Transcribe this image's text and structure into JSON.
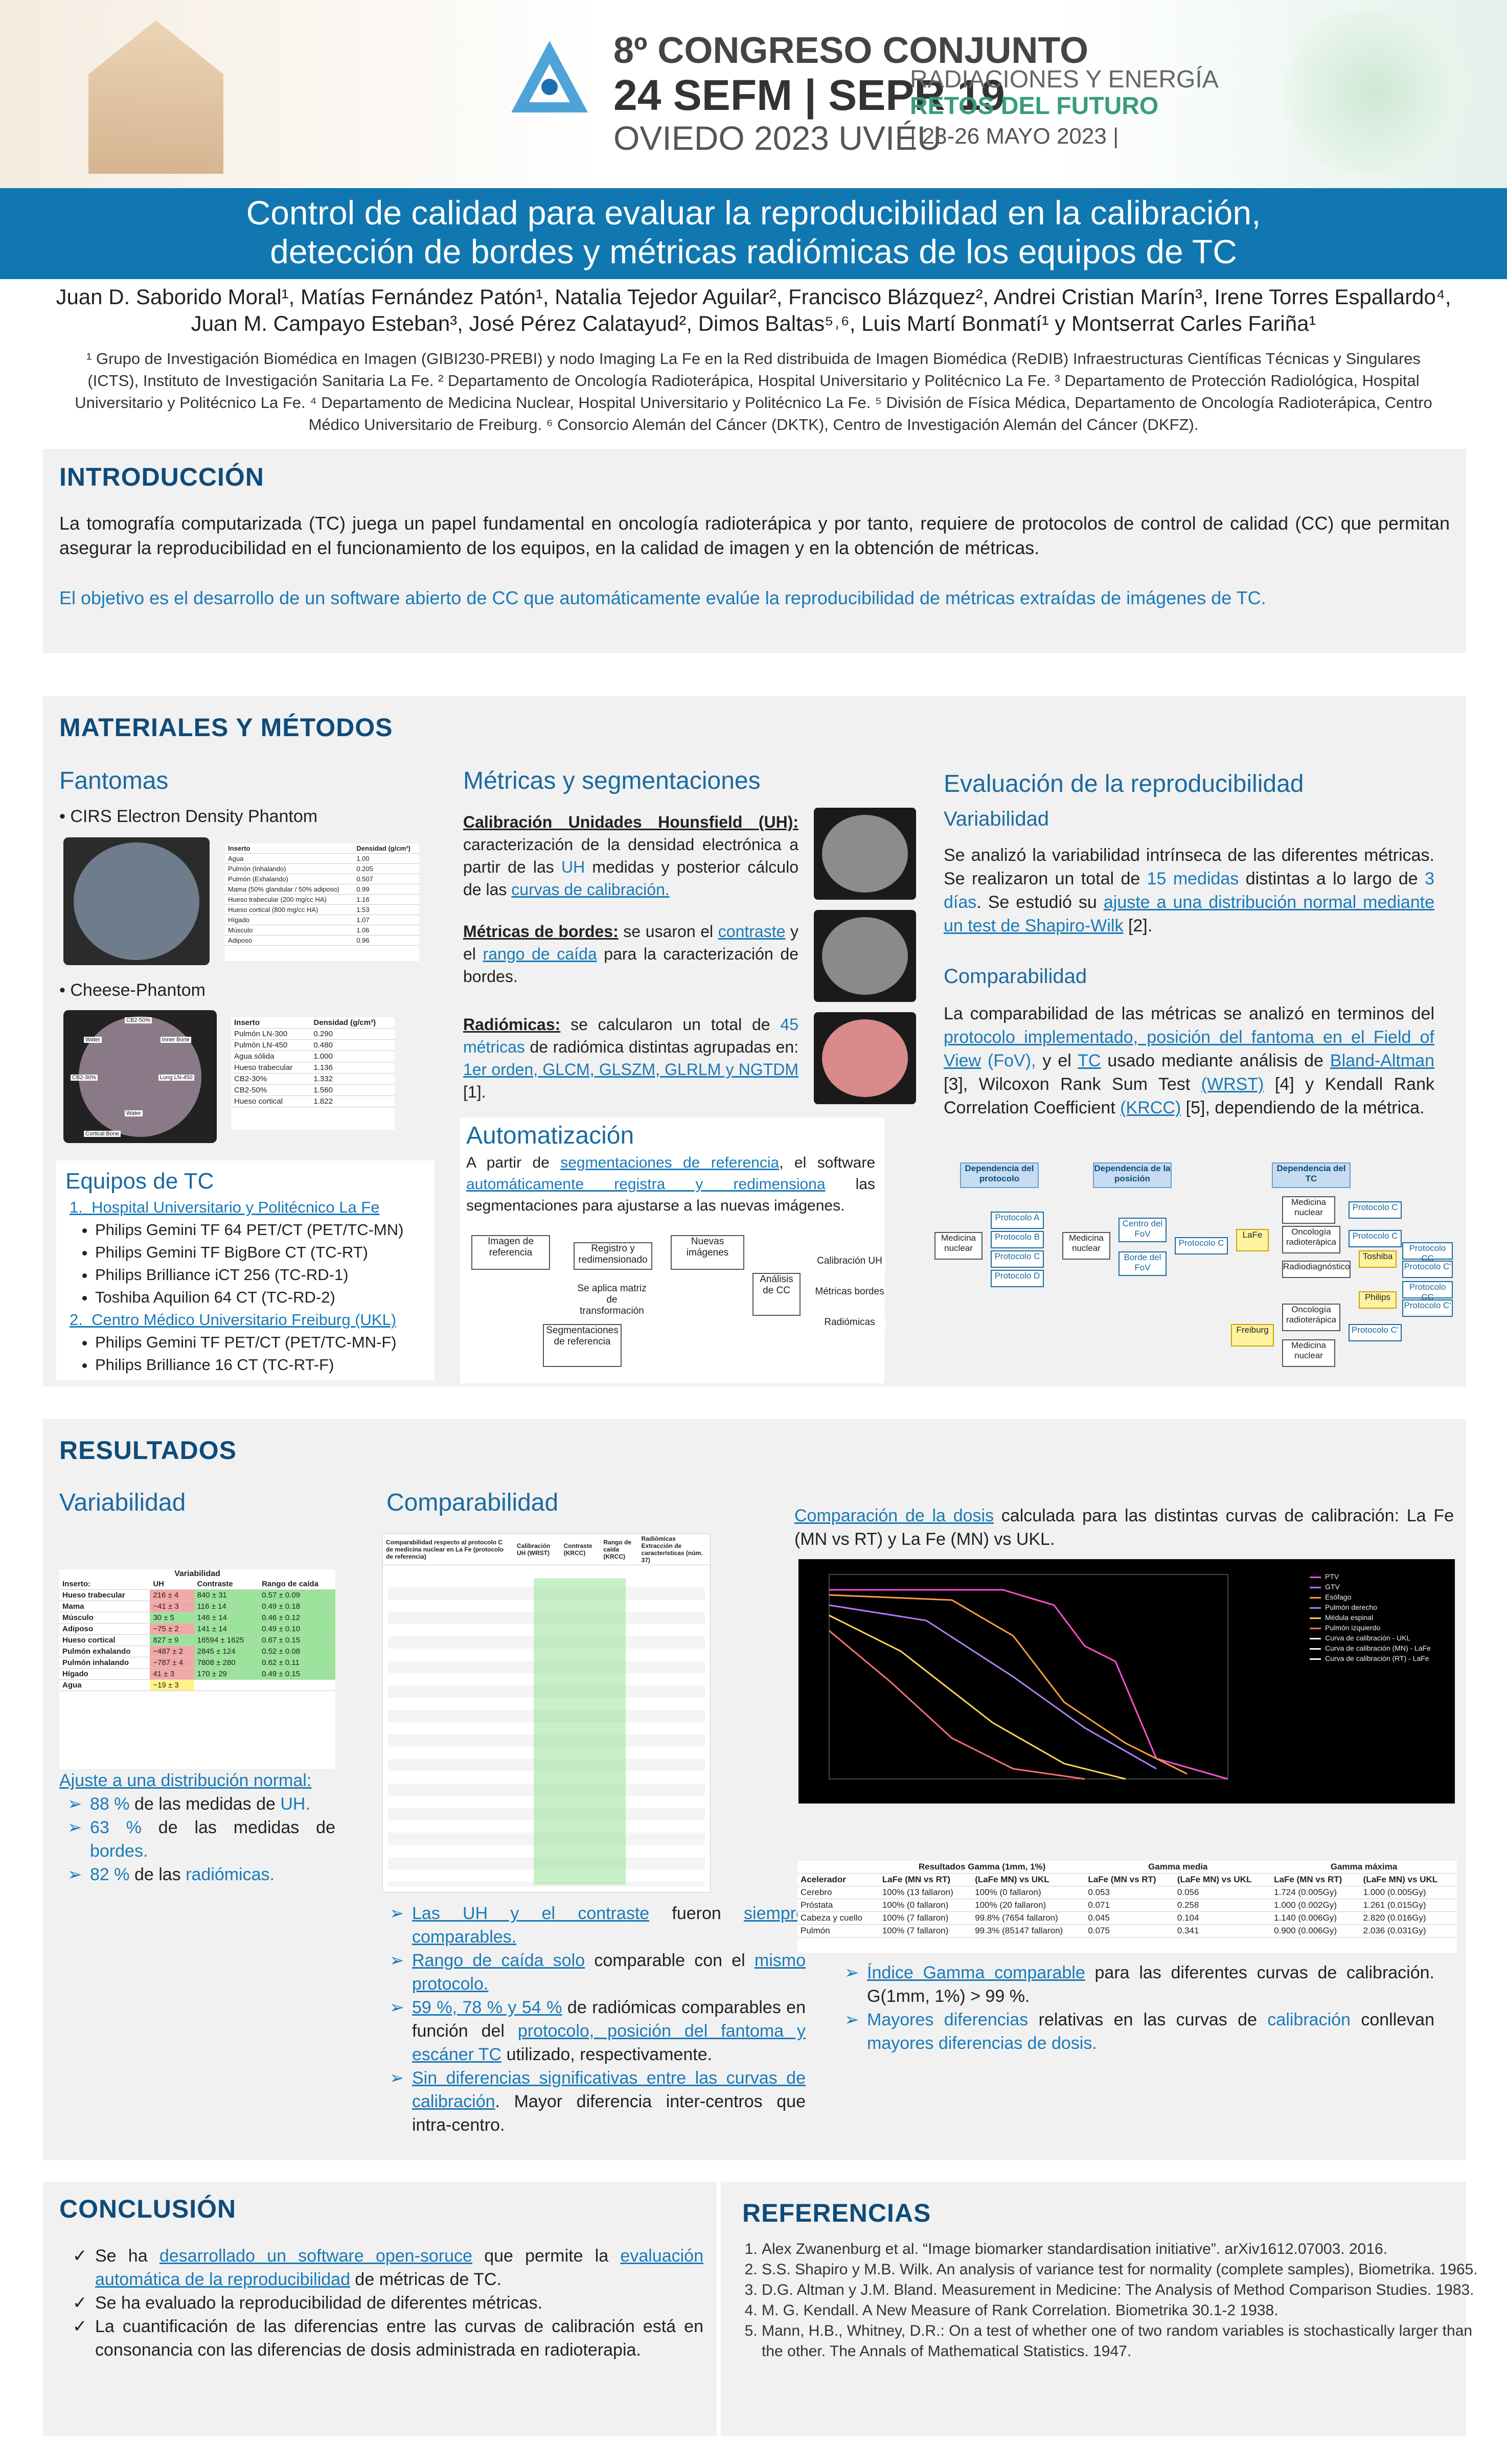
{
  "header": {
    "congress_line1": "8º CONGRESO CONJUNTO",
    "congress_line2": "24 SEFM | SEPR 19",
    "congress_line3": "OVIEDO 2023 UVIÉU",
    "tagline1": "RADIACIONES Y ENERGÍA",
    "tagline2": "RETOS DEL FUTURO",
    "dates": "| 23-26 MAYO 2023 |"
  },
  "title_line1": "Control de calidad para evaluar la reproducibilidad en la calibración,",
  "title_line2": "detección de bordes y métricas radiómicas de los equipos de TC",
  "authors": "Juan D. Saborido Moral¹, Matías Fernández Patón¹, Natalia Tejedor Aguilar², Francisco Blázquez², Andrei Cristian Marín³, Irene Torres Espallardo⁴, Juan M. Campayo Esteban³, José Pérez Calatayud², Dimos Baltas⁵˒⁶, Luis Martí Bonmatí¹ y Montserrat Carles Fariña¹",
  "affiliations": "¹ Grupo de Investigación Biomédica en Imagen (GIBI230-PREBI) y nodo Imaging La Fe en la Red distribuida de Imagen Biomédica (ReDIB) Infraestructuras Científicas Técnicas y Singulares (ICTS), Instituto de Investigación Sanitaria La Fe. ² Departamento de Oncología Radioterápica, Hospital Universitario y Politécnico La Fe. ³ Departamento de Protección Radiológica, Hospital Universitario y Politécnico La Fe. ⁴ Departamento de Medicina Nuclear, Hospital Universitario y Politécnico La Fe. ⁵ División de Física Médica, Departamento de Oncología Radioterápica, Centro Médico Universitario de Freiburg. ⁶ Consorcio Alemán del Cáncer (DKTK), Centro de Investigación Alemán del Cáncer (DKFZ).",
  "intro": {
    "heading": "INTRODUCCIÓN",
    "p1": "La tomografía computarizada (TC) juega un papel fundamental en oncología radioterápica y por tanto, requiere de protocolos de control de calidad (CC) que permitan asegurar la reproducibilidad en el funcionamiento de los equipos, en la calidad de imagen y en la obtención de métricas.",
    "p2": "El objetivo es el desarrollo de un software abierto de CC que automáticamente evalúe la reproducibilidad de métricas extraídas de imágenes de TC."
  },
  "methods": {
    "heading": "MATERIALES Y MÉTODOS",
    "fantomas": {
      "title": "Fantomas",
      "item1": "CIRS Electron Density Phantom",
      "item2": "Cheese-Phantom",
      "cirs_table_header": [
        "Inserto",
        "Densidad (g/cm³)"
      ],
      "cirs_table": [
        [
          "Agua",
          "1.00"
        ],
        [
          "Pulmón (Inhalando)",
          "0.205"
        ],
        [
          "Pulmón (Exhalando)",
          "0.507"
        ],
        [
          "Mama (50% glandular / 50% adiposo)",
          "0.99"
        ],
        [
          "Hueso trabecular (200 mg/cc HA)",
          "1.16"
        ],
        [
          "Hueso cortical (800 mg/cc HA)",
          "1.53"
        ],
        [
          "Hígado",
          "1.07"
        ],
        [
          "Músculo",
          "1.06"
        ],
        [
          "Adiposo",
          "0.96"
        ]
      ],
      "cheese_table_header": [
        "Inserto",
        "Densidad (g/cm³)"
      ],
      "cheese_table": [
        [
          "Pulmón LN-300",
          "0.290"
        ],
        [
          "Pulmón LN-450",
          "0.480"
        ],
        [
          "Agua sólida",
          "1.000"
        ],
        [
          "Hueso trabecular",
          "1.136"
        ],
        [
          "CB2-30%",
          "1.332"
        ],
        [
          "CB2-50%",
          "1.560"
        ],
        [
          "Hueso cortical",
          "1.822"
        ]
      ],
      "cheese_labels": [
        "CB2-50%",
        "Water",
        "Inner Bone",
        "CB2-30%",
        "Lung LN-450",
        "Water",
        "Cortical Bone"
      ]
    },
    "equipos": {
      "title": "Equipos de TC",
      "h1": "Hospital Universitario y Politécnico La Fe",
      "list1": [
        "Philips Gemini TF 64 PET/CT (PET/TC-MN)",
        "Philips Gemini TF BigBore CT (TC-RT)",
        "Philips Brilliance iCT 256 (TC-RD-1)",
        "Toshiba Aquilion 64 CT (TC-RD-2)"
      ],
      "h2": "Centro Médico Universitario Freiburg (UKL)",
      "list2": [
        "Philips Gemini TF PET/CT (PET/TC-MN-F)",
        "Philips Brilliance 16 CT (TC-RT-F)"
      ]
    },
    "metricas": {
      "title": "Métricas y segmentaciones",
      "uh_lead": "Calibración Unidades Hounsfield (UH):",
      "uh_text1": " caracterización de la densidad electrónica a partir de las ",
      "uh_hl1": "UH",
      "uh_text2": " medidas y posterior cálculo de las ",
      "uh_hl2": "curvas de calibración.",
      "bordes_lead": "Métricas de bordes:",
      "bordes_text1": " se usaron el ",
      "bordes_hl1": "contraste",
      "bordes_text2": " y el ",
      "bordes_hl2": "rango de caída",
      "bordes_text3": " para la caracterización de bordes.",
      "rad_lead": "Radiómicas:",
      "rad_text1": " se calcularon un total de ",
      "rad_hl1": "45 métricas",
      "rad_text2": " de radiómica distintas agrupadas en: ",
      "rad_hl2": "1er orden, GLCM, GLSZM, GLRLM y NGTDM",
      "rad_text3": " [1]."
    },
    "automatizacion": {
      "title": "Automatización",
      "t1": "A partir de ",
      "hl1": "segmentaciones de referencia",
      "t2": ", el software ",
      "hl2": "automáticamente registra y redimensiona",
      "t3": " las segmentaciones para ajustarse a las nuevas imágenes.",
      "flow": {
        "img_ref": "Imagen de referencia",
        "registro": "Registro y redimensionado",
        "nuevas": "Nuevas imágenes",
        "matriz": "Se aplica matriz de transformación",
        "segm": "Segmentaciones de referencia",
        "analisis": "Análisis de CC",
        "out1": "Calibración UH",
        "out2": "Métricas bordes",
        "out3": "Radiómicas"
      }
    },
    "evaluacion": {
      "title": "Evaluación de la reproducibilidad",
      "variabilidad_title": "Variabilidad",
      "var_t1": "Se analizó la variabilidad intrínseca de las diferentes métricas. Se realizaron un total de ",
      "var_hl1": "15 medidas",
      "var_t2": " distintas a lo largo de ",
      "var_hl2": "3 días",
      "var_t3": ". Se estudió su ",
      "var_hl3": "ajuste a una distribución normal mediante un test de Shapiro-Wilk",
      "var_t4": " [2].",
      "comp_title": "Comparabilidad",
      "comp_t1": "La comparabilidad de las métricas se analizó en terminos del ",
      "comp_hl1": "protocolo implementado, posición del fantoma en el Field of View",
      "comp_hl1b": " (FoV), ",
      "comp_t2": " y el ",
      "comp_hl2": "TC",
      "comp_t3": " usado mediante análisis de ",
      "comp_hl3": "Bland-Altman",
      "comp_t4": " [3], Wilcoxon Rank Sum Test ",
      "comp_hl4": "(WRST)",
      "comp_t5": " [4] y Kendall Rank Correlation Coefficient ",
      "comp_hl5": "(KRCC)",
      "comp_t6": " [5], dependiendo de la métrica.",
      "diagram": {
        "h1": "Dependencia del protocolo",
        "h2": "Dependencia de la posición",
        "h3": "Dependencia del TC",
        "mn": "Medicina nuclear",
        "pa": "Protocolo A",
        "pb": "Protocolo B",
        "pc": "Protocolo C",
        "pd": "Protocolo D",
        "centro": "Centro del FoV",
        "borde": "Borde del FoV",
        "lafe": "LaFe",
        "freiburg": "Freiburg",
        "onco": "Oncología radioterápica",
        "radiodiag": "Radiodiagnóstico",
        "toshiba": "Toshiba",
        "philips": "Philips",
        "pcc": "Protocolo CC",
        "pcp": "Protocolo C'"
      }
    }
  },
  "results": {
    "heading": "RESULTADOS",
    "variabilidad": {
      "title": "Variabilidad",
      "table_title": "Variabilidad",
      "header": [
        "Inserto:",
        "UH",
        "Contraste",
        "Rango de caída"
      ],
      "rows": [
        [
          "Hueso trabecular",
          "216 ± 4",
          "840 ± 31",
          "0.57 ± 0.09"
        ],
        [
          "Mama",
          "−41 ± 3",
          "116 ± 14",
          "0.49 ± 0.18"
        ],
        [
          "Músculo",
          "30 ± 5",
          "146 ± 14",
          "0.46 ± 0.12"
        ],
        [
          "Adiposo",
          "−75 ± 2",
          "141 ± 14",
          "0.49 ± 0.10"
        ],
        [
          "Hueso cortical",
          "827 ± 9",
          "16594 ± 1625",
          "0.67 ± 0.15"
        ],
        [
          "Pulmón exhalando",
          "−487 ± 2",
          "2845 ± 124",
          "0.52 ± 0.08"
        ],
        [
          "Pulmón inhalando",
          "−787 ± 4",
          "7808 ± 280",
          "0.62 ± 0.11"
        ],
        [
          "Hígado",
          "41 ± 3",
          "170 ± 29",
          "0.49 ± 0.15"
        ],
        [
          "Agua",
          "−19 ± 3",
          "",
          ""
        ]
      ],
      "ajuste_lead": "Ajuste a una distribución normal:",
      "b1_hl": "88 %",
      "b1_t": " de las medidas de ",
      "b1_hl2": "UH.",
      "b2_hl": "63 %",
      "b2_t": " de las medidas de ",
      "b2_hl2": "bordes.",
      "b3_hl": "82 %",
      "b3_t": " de las ",
      "b3_hl2": "radiómicas."
    },
    "comparabilidad": {
      "title": "Comparabilidad",
      "header": [
        "Comparabilidad respecto al protocolo C de medicina nuclear en La Fe (protocolo de referencia)",
        "Calibración UH (WRST)",
        "Contraste (KRCC)",
        "Rango de caída (KRCC)",
        "Radiómicas Extracción de características (núm. 37)"
      ],
      "bullets": [
        {
          "hl": "Las UH y el contraste",
          "t": " fueron ",
          "hl2": "siempre comparables."
        },
        {
          "hl": "Rango de caída solo",
          "t": " comparable con el ",
          "hl2": "mismo protocolo."
        },
        {
          "hl": "59 %, 78 % y 54 %",
          "t": " de radiómicas comparables en función del ",
          "hl2": "protocolo, posición del fantoma y escáner TC",
          "t2": " utilizado, respectivamente."
        },
        {
          "hl": "Sin diferencias significativas entre las curvas de calibración",
          "t": ". Mayor diferencia inter-centros que intra-centro."
        }
      ]
    },
    "dosis": {
      "lead_hl": "Comparación de la dosis",
      "lead_t": " calculada para las distintas curvas de calibración: La Fe (MN vs RT) y La Fe (MN) vs UKL.",
      "legend": [
        "PTV",
        "GTV",
        "Esófago",
        "Pulmón derecho",
        "Médula espinal",
        "Pulmón izquierdo",
        "Curva de calibración - UKL",
        "Curva de calibración (MN) - LaFe",
        "Curva de calibración (RT) - LaFe"
      ],
      "gamma_title": "Resultados Gamma (1mm, 1%)",
      "gamma_media": "Gamma media",
      "gamma_max": "Gamma máxima",
      "gamma_header": [
        "Acelerador",
        "LaFe (MN vs RT)",
        "(LaFe MN) vs UKL",
        "LaFe (MN vs RT)",
        "(LaFe MN) vs UKL",
        "LaFe (MN vs RT)",
        "(LaFe MN) vs UKL"
      ],
      "gamma_rows": [
        [
          "Cerebro",
          "100% (13 fallaron)",
          "100% (0 fallaron)",
          "0.053",
          "0.056",
          "1.724 (0.005Gy)",
          "1.000 (0.005Gy)"
        ],
        [
          "Próstata",
          "100% (0 fallaron)",
          "100% (20 fallaron)",
          "0.071",
          "0.258",
          "1.000 (0.002Gy)",
          "1.261 (0.015Gy)"
        ],
        [
          "Cabeza y cuello",
          "100% (7 fallaron)",
          "99.8% (7654 fallaron)",
          "0.045",
          "0.104",
          "1.140 (0.006Gy)",
          "2.820 (0.016Gy)"
        ],
        [
          "Pulmón",
          "100% (7 fallaron)",
          "99.3% (85147 fallaron)",
          "0.075",
          "0.341",
          "0.900 (0.006Gy)",
          "2.036 (0.031Gy)"
        ]
      ],
      "b1_hl": "Índice Gamma comparable",
      "b1_t": " para las diferentes curvas de calibración. G(1mm, 1%) > 99 %.",
      "b2_hl": "Mayores diferencias",
      "b2_t": " relativas en las curvas de ",
      "b2_hl2": "calibración",
      "b2_t2": " conllevan ",
      "b2_hl3": "mayores diferencias de dosis."
    }
  },
  "conclusion": {
    "heading": "CONCLUSIÓN",
    "i1_t": "Se ha ",
    "i1_hl": "desarrollado un software open-soruce",
    "i1_t2": " que permite la ",
    "i1_hl2": "evaluación automática de la reproducibilidad",
    "i1_t3": " de métricas de TC.",
    "i2": "Se ha evaluado la reproducibilidad de diferentes métricas.",
    "i3": "La cuantificación de las diferencias entre las curvas de calibración está en consonancia con las diferencias de dosis administrada en radioterapia."
  },
  "references": {
    "heading": "REFERENCIAS",
    "items": [
      "Alex Zwanenburg et al. “Image biomarker standardisation initiative”. arXiv1612.07003. 2016.",
      "S.S. Shapiro y M.B. Wilk. An analysis of variance test for normality (complete samples), Biometrika. 1965.",
      "D.G. Altman y J.M. Bland. Measurement in Medicine: The Analysis of Method Comparison Studies. 1983.",
      "M. G. Kendall. A New Measure of Rank Correlation. Biometrika 30.1-2 1938.",
      "Mann, H.B., Whitney, D.R.: On a test of whether one of two random variables is stochastically larger than the other. The Annals of Mathematical Statistics. 1947."
    ]
  }
}
